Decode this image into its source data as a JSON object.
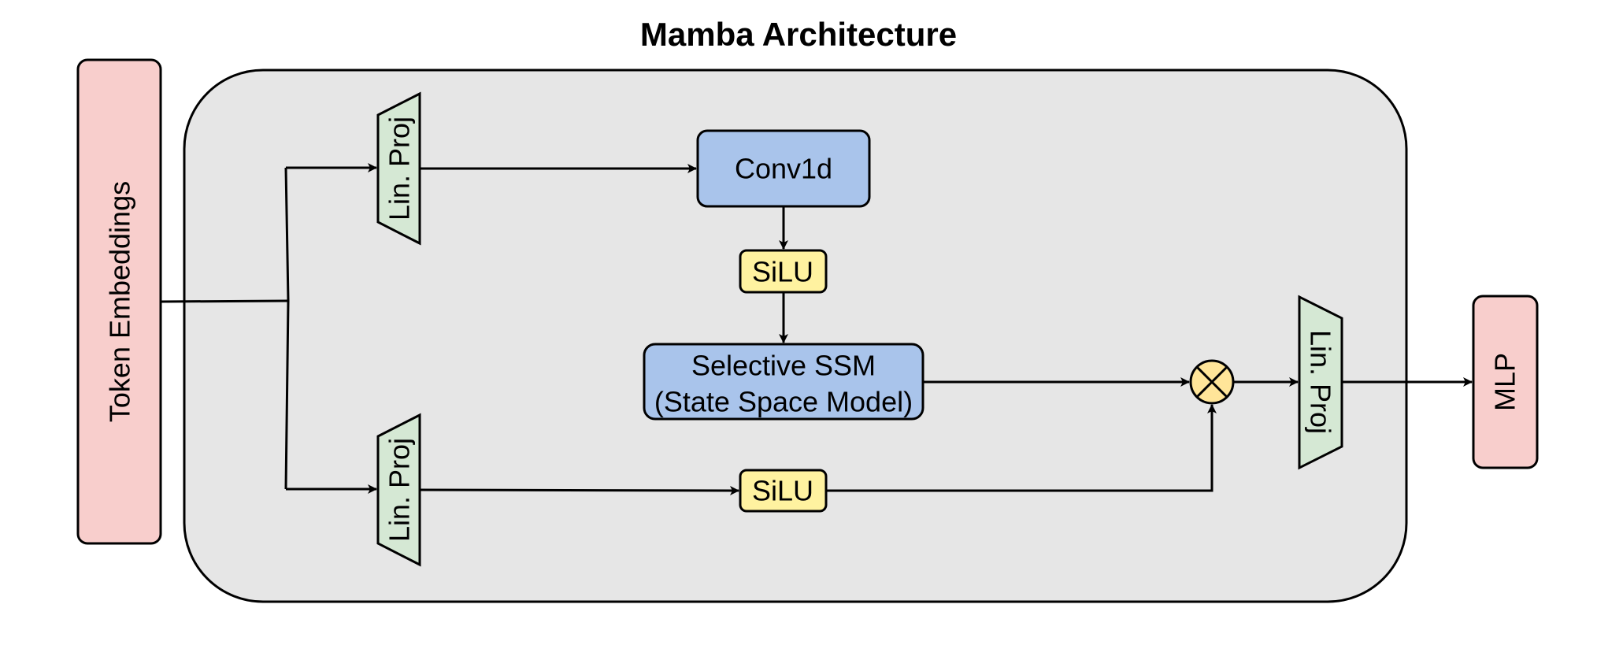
{
  "title": "Mamba Architecture",
  "nodes": {
    "token_embeddings": "Token Embeddings",
    "lin_proj_top": "Lin. Proj",
    "lin_proj_bottom": "Lin. Proj",
    "lin_proj_out": "Lin. Proj",
    "conv1d": "Conv1d",
    "silu_top": "SiLU",
    "silu_bottom": "SiLU",
    "ssm_line1": "Selective SSM",
    "ssm_line2": "(State Space Model)",
    "mlp": "MLP"
  },
  "colors": {
    "block_background": "#e6e6e6",
    "embedding_fill": "#f8cecc",
    "projection_fill": "#d5e8d4",
    "core_fill": "#a9c4eb",
    "activation_fill": "#fff2a0",
    "multiply_fill": "#ffe599"
  },
  "icons": {
    "multiply": "circled-times-icon"
  }
}
